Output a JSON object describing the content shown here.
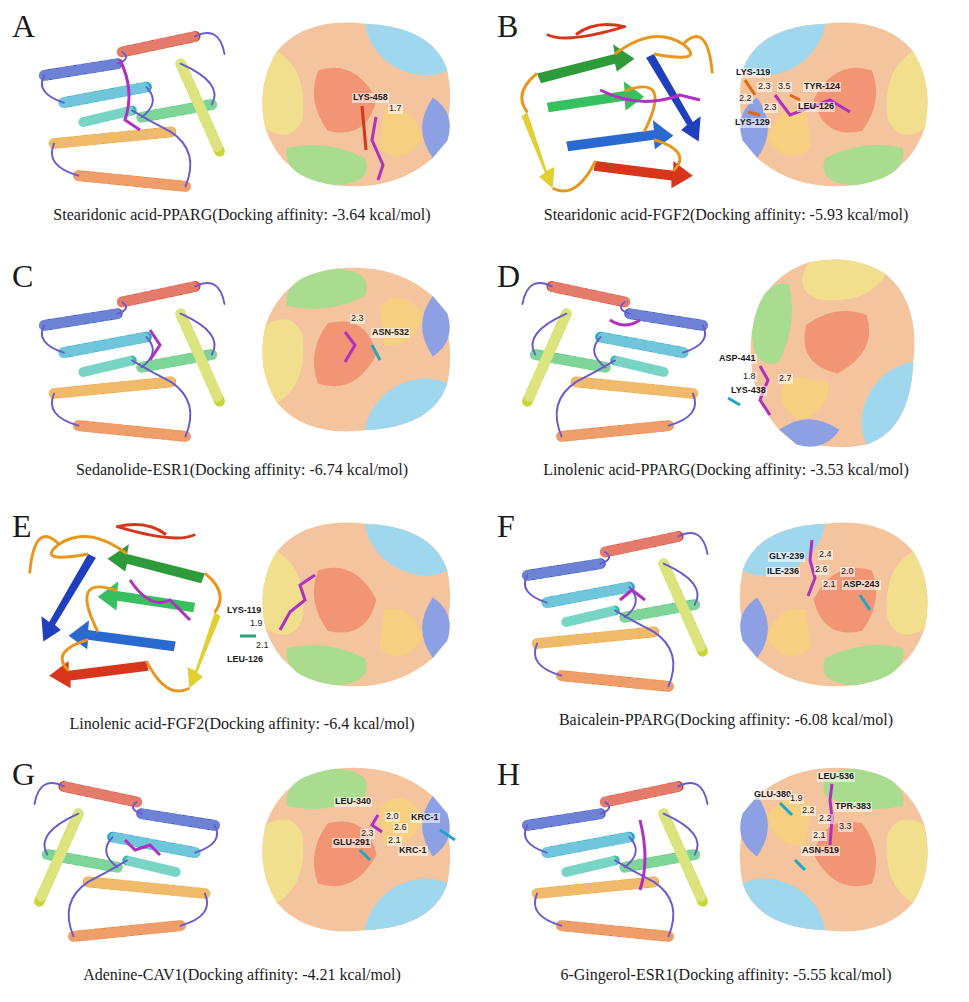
{
  "diagram": {
    "labels": [
      "A",
      "LYS-458",
      "1.7",
      "Stearidonic acid-PPARG(Docking affinity: -3.64 kcal/mol)",
      "B",
      "LYS-119",
      "2.3",
      "3.5",
      "TYR-124",
      "2.2",
      "2.3",
      "LEU-126",
      "LYS-129",
      "Stearidonic acid-FGF2(Docking affinity: -5.93 kcal/mol)",
      "C",
      "2.3",
      "ASN-532",
      "Sedanolide-ESR1(Docking affinity: -6.74 kcal/mol)",
      "D",
      "ASP-441",
      "1.8",
      "2.7",
      "LYS-438",
      "Linolenic acid-PPARG(Docking affinity: -3.53 kcal/mol)",
      "E",
      "LYS-119",
      "1.9",
      "2.1",
      "LEU-126",
      "Linolenic acid-FGF2(Docking affinity: -6.4 kcal/mol)",
      "F",
      "GLY-239",
      "2.4",
      "ILE-236",
      "2.6",
      "2.0",
      "ASP-243",
      "2.1",
      "Baicalein-PPARG(Docking affinity: -6.08 kcal/mol)",
      "G",
      "LEU-340",
      "KRC-1",
      "2.0",
      "2.6",
      "2.3",
      "GLU-291",
      "2.1",
      "KRC-1",
      "Adenine-CAV1(Docking affinity: -4.21 kcal/mol)",
      "H",
      "LEU-536",
      "GLU-380",
      "1.9",
      "2.2",
      "2.2",
      "TPR-383",
      "3.3",
      "2.1",
      "ASN-519",
      "6-Gingerol-ESR1(Docking affinity: -5.55 kcal/mol)"
    ]
  }
}
